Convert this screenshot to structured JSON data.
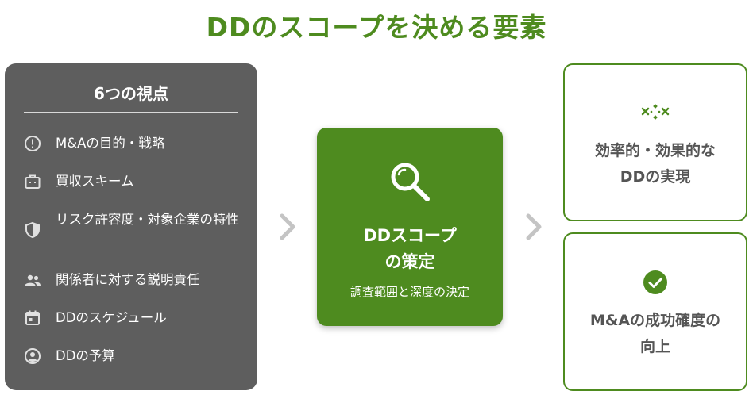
{
  "title": "DDのスコープを決める要素",
  "panel": {
    "title": "6つの視点",
    "items": [
      {
        "label": "M&Aの目的・戦略",
        "icon": "alert-circle-icon"
      },
      {
        "label": "買収スキーム",
        "icon": "briefcase-icon"
      },
      {
        "label": "リスク許容度・対象企業の特性",
        "icon": "shield-icon"
      },
      {
        "label": "関係者に対する説明責任",
        "icon": "people-icon"
      },
      {
        "label": "DDのスケジュール",
        "icon": "calendar-icon"
      },
      {
        "label": "DDの予算",
        "icon": "account-circle-icon"
      }
    ]
  },
  "center": {
    "title_line1": "DDスコープ",
    "title_line2": "の策定",
    "subtitle": "調査範囲と深度の決定",
    "icon": "search-icon"
  },
  "outcomes": [
    {
      "line1": "効率的・効果的な",
      "line2": "DDの実現",
      "icon": "efficiency-icon"
    },
    {
      "line1": "M&Aの成功確度の",
      "line2": "向上",
      "icon": "check-circle-icon"
    }
  ],
  "colors": {
    "accent": "#4e8b1f",
    "panel": "#5e5e5e",
    "text_gray": "#555555",
    "chevron": "#c4c4c4"
  }
}
